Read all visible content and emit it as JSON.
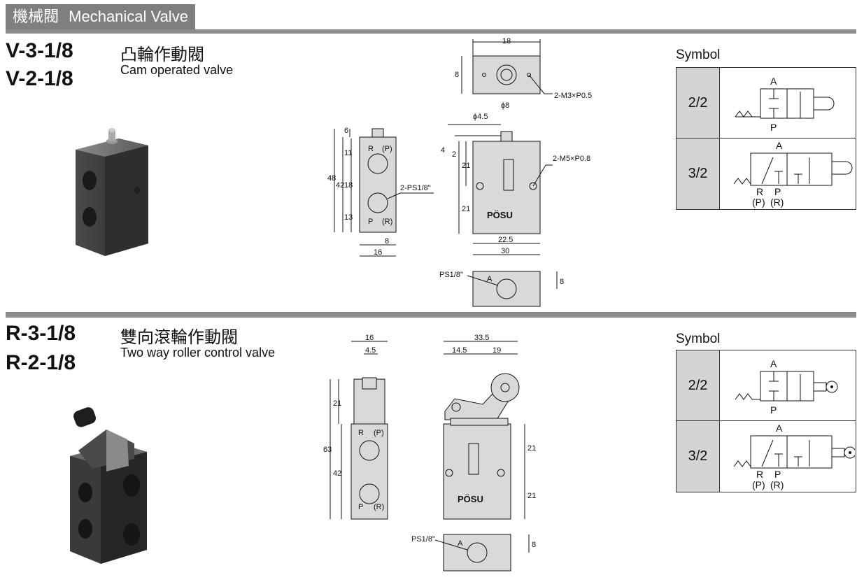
{
  "header": {
    "title_zh": "機械閥",
    "title_en": "Mechanical Valve"
  },
  "section1": {
    "models": [
      "V-3-1/8",
      "V-2-1/8"
    ],
    "name_zh": "凸輪作動閥",
    "name_en": "Cam operated valve",
    "dims": {
      "top_width": "18",
      "top_height": "8",
      "top_thread": "2-M3×P0.5",
      "side_48": "48",
      "side_42": "42",
      "side_6": "6",
      "side_11": "11",
      "side_18": "18",
      "side_13": "13",
      "side_8": "8",
      "side_16": "16",
      "port_thread": "2-PS1/8\"",
      "port_r_p_top": "R",
      "port_p_paren_top": "(P)",
      "port_p_bottom": "P",
      "port_r_paren_bottom": "(R)",
      "front_phi45": "ϕ4.5",
      "front_phi8": "ϕ8",
      "front_4": "4",
      "front_2": "2",
      "front_21a": "21",
      "front_21b": "21",
      "front_m5": "2-M5×P0.8",
      "front_225": "22.5",
      "front_30": "30",
      "front_brand": "PÖSU",
      "bottom_ps": "PS1/8\"",
      "bottom_a": "A",
      "bottom_8": "8"
    },
    "symbol": {
      "title": "Symbol",
      "rows": [
        "2/2",
        "3/2"
      ],
      "label_a": "A",
      "label_p": "P",
      "label_r": "R",
      "label_paren_p": "(P)",
      "label_paren_r": "(R)"
    }
  },
  "section2": {
    "models": [
      "R-3-1/8",
      "R-2-1/8"
    ],
    "name_zh": "雙向滾輪作動閥",
    "name_en": "Two way roller control valve",
    "dims": {
      "side_16": "16",
      "side_45": "4.5",
      "side_63": "63",
      "side_21": "21",
      "side_42": "42",
      "port_r": "R",
      "port_paren_p": "(P)",
      "port_p": "P",
      "port_paren_r": "(R)",
      "front_335": "33.5",
      "front_145": "14.5",
      "front_19": "19",
      "front_21a": "21",
      "front_21b": "21",
      "front_brand": "PÖSU",
      "bottom_ps": "PS1/8\"",
      "bottom_a": "A",
      "bottom_8": "8"
    },
    "symbol": {
      "title": "Symbol",
      "rows": [
        "2/2",
        "3/2"
      ],
      "label_a": "A",
      "label_p": "P",
      "label_r": "R",
      "label_paren_p": "(P)",
      "label_paren_r": "(R)"
    }
  },
  "colors": {
    "header_bg": "#7f7f7f",
    "rule": "#8c8c8c",
    "part_fill": "#d9d9d9",
    "symbol_label_bg": "#d4d4d4"
  }
}
